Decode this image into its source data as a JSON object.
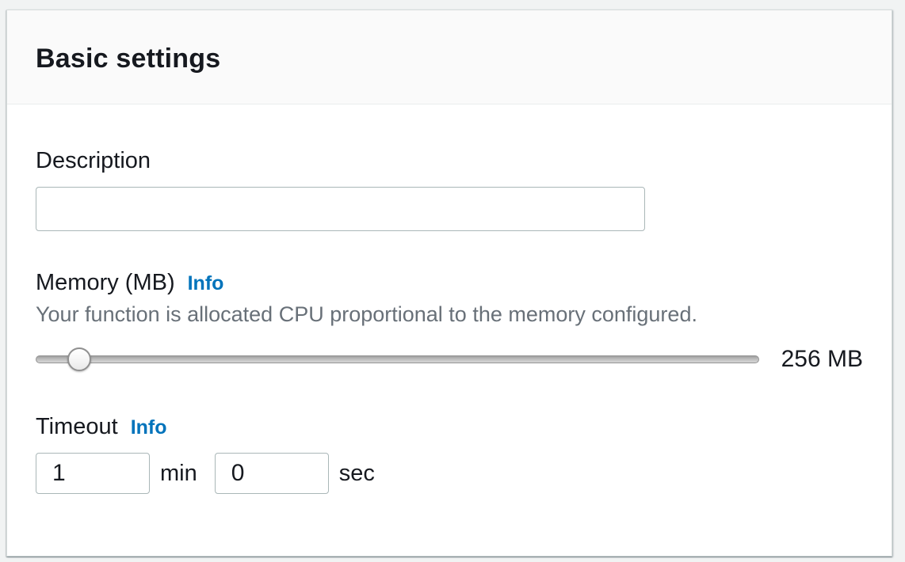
{
  "panel": {
    "title": "Basic settings"
  },
  "description": {
    "label": "Description",
    "value": "",
    "placeholder": ""
  },
  "memory": {
    "label": "Memory (MB)",
    "info_label": "Info",
    "helper": "Your function is allocated CPU proportional to the memory configured.",
    "value_display": "256 MB",
    "slider_percent": 6
  },
  "timeout": {
    "label": "Timeout",
    "info_label": "Info",
    "minutes": {
      "value": "1",
      "unit": "min"
    },
    "seconds": {
      "value": "0",
      "unit": "sec"
    }
  },
  "colors": {
    "accent_blue": "#0073bb",
    "text_dark": "#16191f",
    "text_gray": "#687078",
    "header_bg": "#fafafa",
    "divider": "#eaeded",
    "page_bg": "#f1f3f3",
    "input_border": "#aab7b8"
  }
}
